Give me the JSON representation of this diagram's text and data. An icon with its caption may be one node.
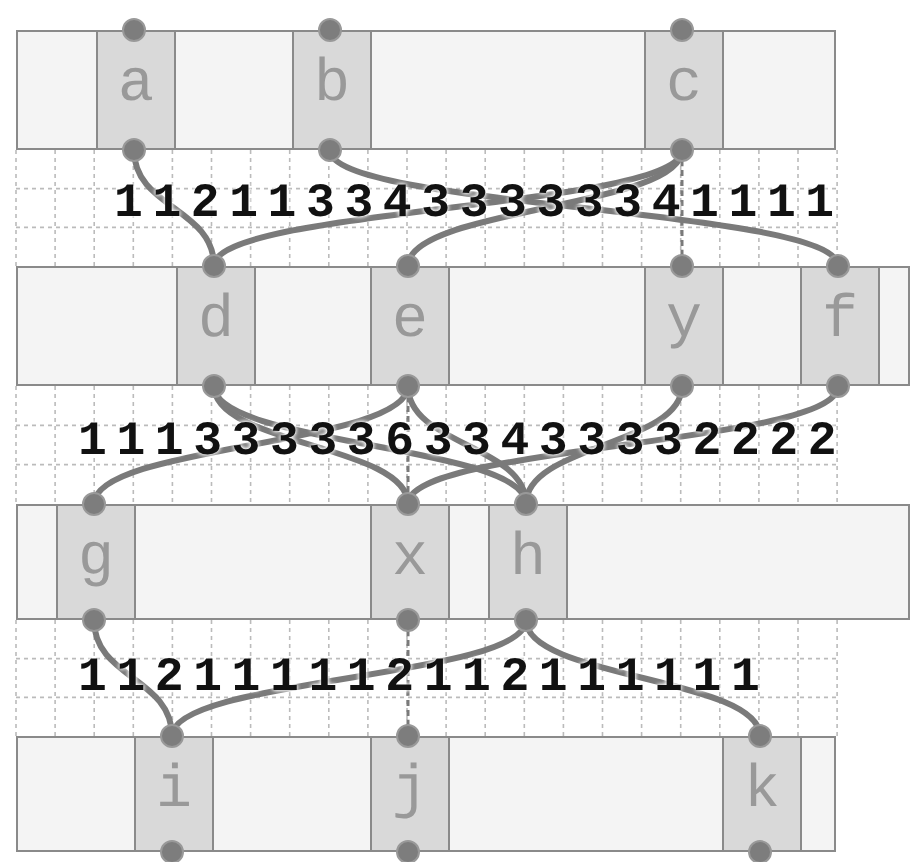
{
  "diagram": {
    "nodes": [
      {
        "text": [],
        "shape": "box"
      },
      {
        "text": [
          "a"
        ],
        "in": 0
      },
      {
        "text": [
          "b"
        ],
        "in": 0
      },
      {
        "text": [
          "c"
        ],
        "in": 0
      },
      {
        "text": [],
        "shape": "box"
      },
      {
        "text": [
          "d"
        ],
        "in": 4
      },
      {
        "text": [
          "e"
        ],
        "in": 4
      },
      {
        "text": [
          "y"
        ],
        "in": 4
      },
      {
        "text": [
          "f"
        ],
        "in": 4
      },
      {
        "text": [],
        "shape": "box"
      },
      {
        "text": [
          "g"
        ],
        "in": 9
      },
      {
        "text": [
          "x"
        ],
        "in": 9
      },
      {
        "text": [
          "h"
        ],
        "in": 9
      },
      {
        "text": [],
        "shape": "box"
      },
      {
        "text": [
          "i"
        ],
        "in": 13
      },
      {
        "text": [
          "j"
        ],
        "in": 13
      },
      {
        "text": [
          "k"
        ],
        "in": 13
      }
    ],
    "edges": [
      {
        "from": 1,
        "to": 5,
        "arrow": "none"
      },
      {
        "from": 2,
        "to": 8,
        "arrow": "none"
      },
      {
        "from": 3,
        "to": 5,
        "arrow": "none"
      },
      {
        "from": 3,
        "to": 6,
        "arrow": "none"
      },
      {
        "from": 3,
        "to": 7,
        "arrow": "none",
        "style": "dashed"
      },
      {
        "from": 5,
        "to": 11,
        "arrow": "none"
      },
      {
        "from": 5,
        "to": 12,
        "arrow": "none"
      },
      {
        "from": 6,
        "to": 10,
        "arrow": "none"
      },
      {
        "from": 6,
        "to": 11,
        "arrow": "none",
        "style": "dashed"
      },
      {
        "from": 6,
        "to": 12,
        "arrow": "none"
      },
      {
        "from": 7,
        "to": 12,
        "arrow": "none"
      },
      {
        "from": 8,
        "to": 11,
        "arrow": "none"
      },
      {
        "from": 10,
        "to": 14,
        "arrow": "none"
      },
      {
        "from": 12,
        "to": 14,
        "arrow": "none"
      },
      {
        "from": 11,
        "to": 15,
        "arrow": "none",
        "style": "dashed"
      },
      {
        "from": 12,
        "to": 16,
        "arrow": "none"
      }
    ],
    "labels": [
      "1121133433333341111",
      "11133333633433332222",
      "112111112112111111"
    ]
  }
}
